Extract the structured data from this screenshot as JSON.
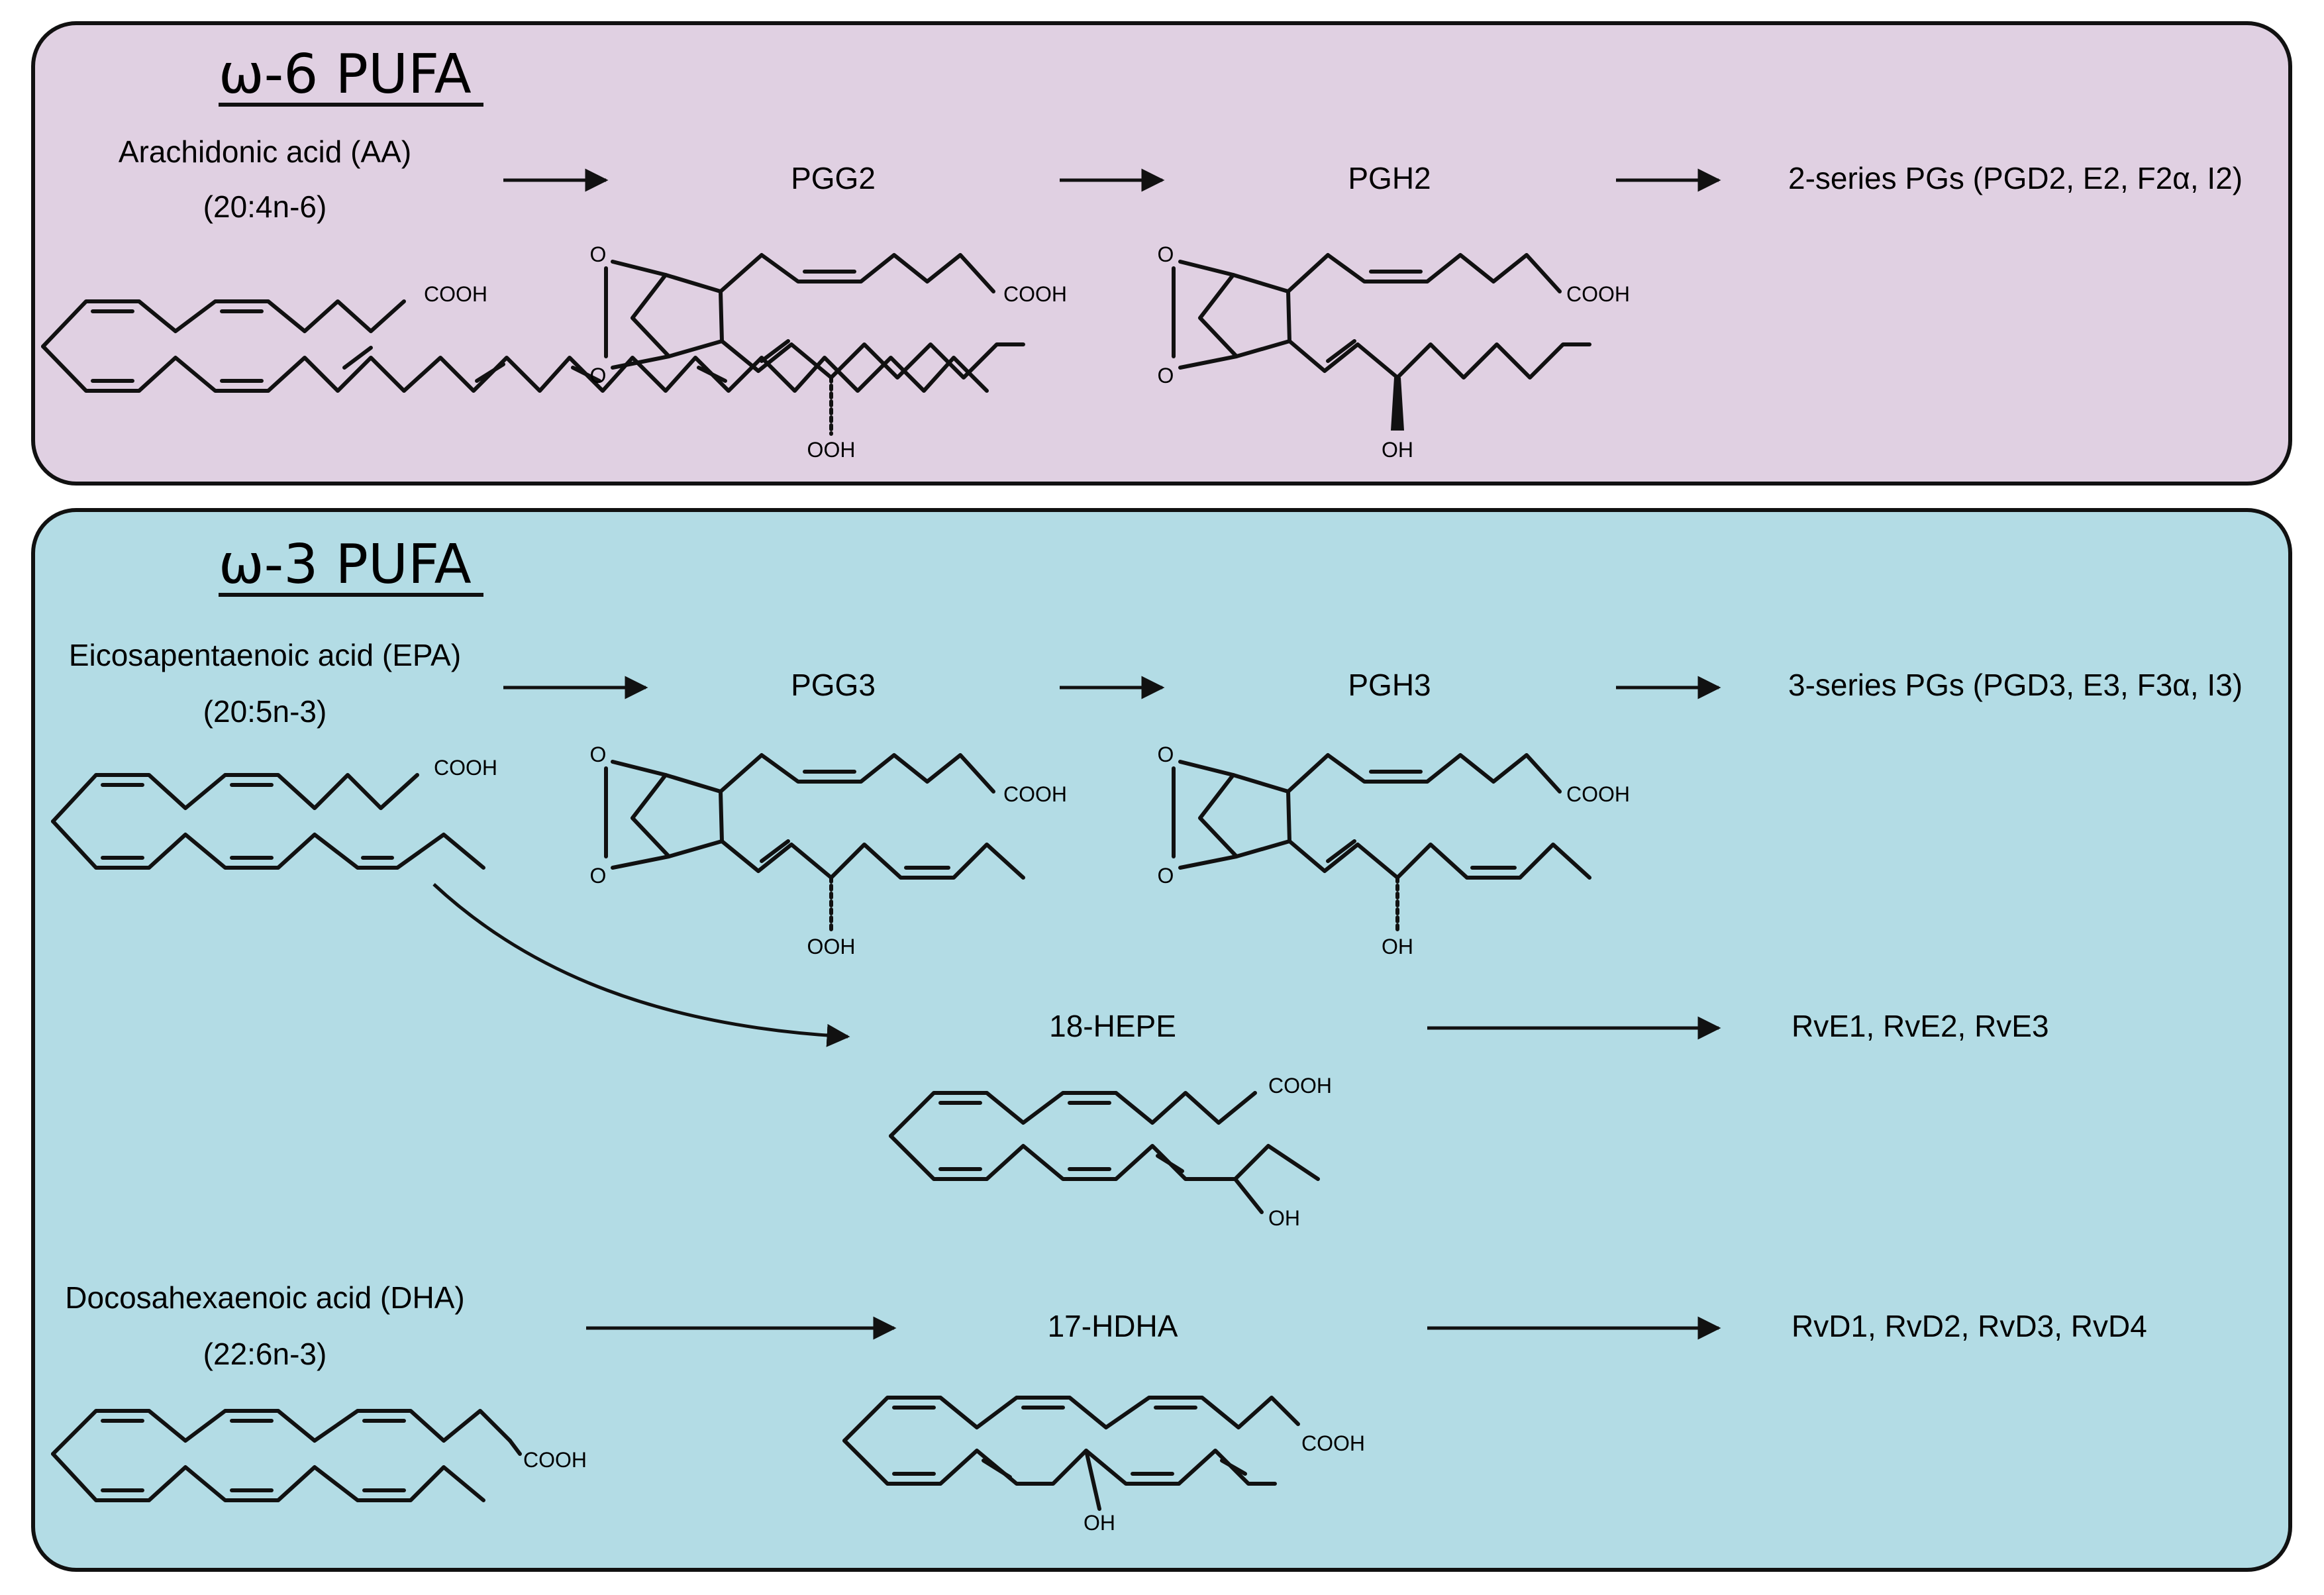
{
  "panels": {
    "omega6": {
      "title": "ω-6 PUFA",
      "bg": "#e0d0e2",
      "precursor_name": "Arachidonic acid (AA)",
      "precursor_formula": "(20:4n-6)",
      "node1": "PGG2",
      "node2": "PGH2",
      "product": "2-series PGs (PGD2, E2, F2α, I2)"
    },
    "omega3": {
      "title": "ω-3 PUFA",
      "bg": "#b3dce5",
      "epa_name": "Eicosapentaenoic acid (EPA)",
      "epa_formula": "(20:5n-3)",
      "node1": "PGG3",
      "node2": "PGH3",
      "product": "3-series PGs (PGD3, E3, F3α, I3)",
      "hepe": "18-HEPE",
      "rve": "RvE1, RvE2, RvE3",
      "dha_name": "Docosahexaenoic acid (DHA)",
      "dha_formula": "(22:6n-3)",
      "hdha": "17-HDHA",
      "rvd": "RvD1, RvD2, RvD3, RvD4"
    }
  },
  "chem": {
    "cooh": "COOH",
    "ooh": "OOH",
    "oh": "OH",
    "o": "O"
  }
}
